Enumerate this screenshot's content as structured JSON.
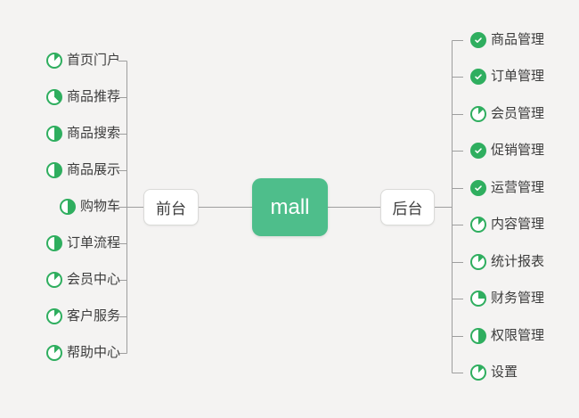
{
  "colors": {
    "background": "#f4f3f2",
    "line": "#9e9e9e",
    "icon_green": "#2fae5f",
    "root_green": "#4ebe8b",
    "node_border": "#dadad8",
    "text": "#3c3c3c",
    "root_text": "#ffffff"
  },
  "root": {
    "label": "mall"
  },
  "branches": {
    "left": {
      "label": "前台",
      "items": [
        {
          "label": "首页门户",
          "progress": 0.125
        },
        {
          "label": "商品推荐",
          "progress": 0.375
        },
        {
          "label": "商品搜索",
          "progress": 0.5
        },
        {
          "label": "商品展示",
          "progress": 0.5
        },
        {
          "label": "购物车",
          "progress": 0.5
        },
        {
          "label": "订单流程",
          "progress": 0.5
        },
        {
          "label": "会员中心",
          "progress": 0.125
        },
        {
          "label": "客户服务",
          "progress": 0.125
        },
        {
          "label": "帮助中心",
          "progress": 0.125
        }
      ]
    },
    "right": {
      "label": "后台",
      "items": [
        {
          "label": "商品管理",
          "progress": "done"
        },
        {
          "label": "订单管理",
          "progress": "done"
        },
        {
          "label": "会员管理",
          "progress": 0.125
        },
        {
          "label": "促销管理",
          "progress": "done"
        },
        {
          "label": "运营管理",
          "progress": "done"
        },
        {
          "label": "内容管理",
          "progress": 0.125
        },
        {
          "label": "统计报表",
          "progress": 0.125
        },
        {
          "label": "财务管理",
          "progress": 0.25
        },
        {
          "label": "权限管理",
          "progress": 0.5
        },
        {
          "label": "设置",
          "progress": 0.125
        }
      ]
    }
  }
}
